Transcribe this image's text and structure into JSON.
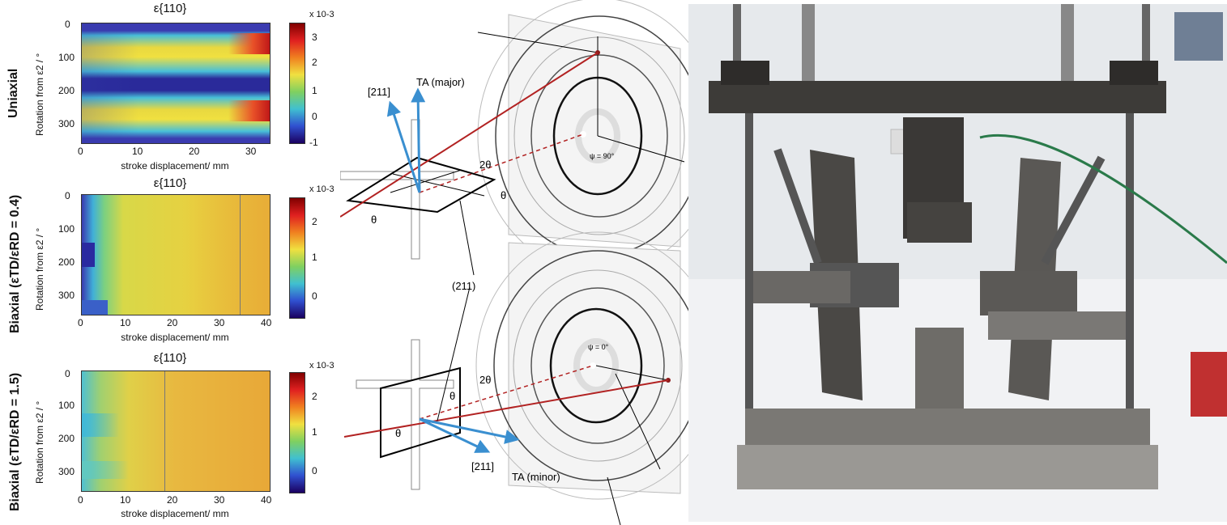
{
  "charts": [
    {
      "row_label": "Uniaxial",
      "title": "ε{110}",
      "ylabel": "Rotation from ε2 / °",
      "xlabel": "stroke displacement/ mm",
      "x_ticks": [
        "0",
        "10",
        "20",
        "30"
      ],
      "y_ticks": [
        "0",
        "100",
        "200",
        "300"
      ],
      "cbar_exp": "x 10-3",
      "cbar_ticks": [
        "3",
        "2",
        "1",
        "0",
        "-1"
      ]
    },
    {
      "row_label": "Biaxial (εTD/εRD = 0.4)",
      "title": "ε{110}",
      "ylabel": "Rotation from ε2 / °",
      "xlabel": "stroke displacement/ mm",
      "x_ticks": [
        "0",
        "10",
        "20",
        "30",
        "40"
      ],
      "y_ticks": [
        "0",
        "100",
        "200",
        "300"
      ],
      "cbar_exp": "x 10-3",
      "cbar_ticks": [
        "2",
        "1",
        "0"
      ]
    },
    {
      "row_label": "Biaxial (εTD/εRD = 1.5)",
      "title": "ε{110}",
      "ylabel": "Rotation from ε2 / °",
      "xlabel": "stroke displacement/ mm",
      "x_ticks": [
        "0",
        "10",
        "20",
        "30",
        "40"
      ],
      "y_ticks": [
        "0",
        "100",
        "200",
        "300"
      ],
      "cbar_exp": "x 10-3",
      "cbar_ticks": [
        "2",
        "1",
        "0"
      ]
    }
  ],
  "diagram": {
    "label_211_top": "[211]",
    "label_ta_major": "TA (major)",
    "label_2theta_top": "2θ",
    "label_theta_a": "θ",
    "label_theta_b": "θ",
    "label_psi_90": "ψ = 90°",
    "label_211_mid": "(211)",
    "label_psi_0": "ψ = 0°",
    "label_2theta_bot": "2θ",
    "label_theta_c": "θ",
    "label_theta_d": "θ",
    "label_211_bot": "[211]",
    "label_ta_minor": "TA (minor)"
  }
}
